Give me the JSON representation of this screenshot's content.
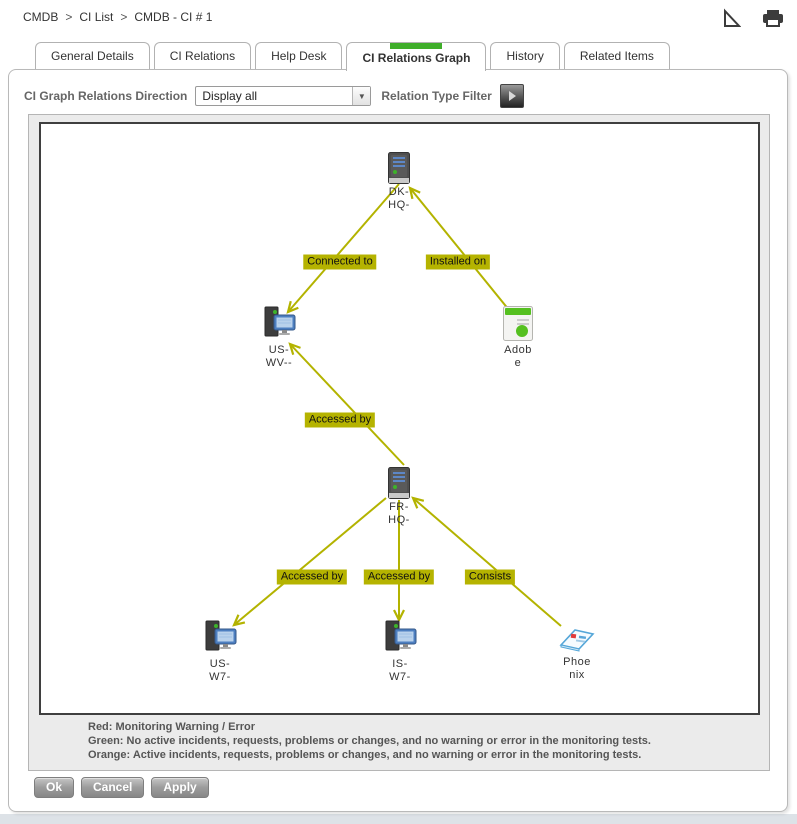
{
  "breadcrumb": {
    "items": [
      "CMDB",
      "CI List",
      "CMDB - CI # 1"
    ],
    "separator": ">"
  },
  "tabs": [
    {
      "label": "General Details",
      "active": false
    },
    {
      "label": "CI Relations",
      "active": false
    },
    {
      "label": "Help Desk",
      "active": false
    },
    {
      "label": "CI Relations Graph",
      "active": true
    },
    {
      "label": "History",
      "active": false
    },
    {
      "label": "Related Items",
      "active": false
    }
  ],
  "controls": {
    "direction_label": "CI Graph Relations Direction",
    "direction_value": "Display all",
    "filter_label": "Relation Type Filter"
  },
  "icons": {
    "dropdown_arrow": "▼"
  },
  "graph": {
    "nodes": [
      {
        "id": "dk-hq",
        "label": "DK-\nHQ-",
        "type": "server"
      },
      {
        "id": "us-wv",
        "label": "US-\nWV--",
        "type": "computer"
      },
      {
        "id": "adobe",
        "label": "Adob\ne",
        "type": "software"
      },
      {
        "id": "fr-hq",
        "label": "FR-\nHQ-",
        "type": "server"
      },
      {
        "id": "us-w7",
        "label": "US-\nW7-",
        "type": "computer"
      },
      {
        "id": "is-w7",
        "label": "IS-\nW7-",
        "type": "computer"
      },
      {
        "id": "phoenix",
        "label": "Phoe\nnix",
        "type": "book"
      }
    ],
    "edges": [
      {
        "label": "Connected to",
        "from": "DK-HQ-",
        "to": "US-WV--"
      },
      {
        "label": "Installed on",
        "from": "Adobe",
        "to": "DK-HQ-"
      },
      {
        "label": "Accessed by",
        "from": "FR-HQ-",
        "to": "US-WV--"
      },
      {
        "label": "Accessed by",
        "from": "FR-HQ-",
        "to": "US-W7-"
      },
      {
        "label": "Accessed by",
        "from": "FR-HQ-",
        "to": "IS-W7-"
      },
      {
        "label": "Consists",
        "from": "Phoenix",
        "to": "FR-HQ-"
      }
    ]
  },
  "legend": {
    "lines": [
      "Red: Monitoring Warning / Error",
      "Green: No active incidents, requests, problems or changes, and no warning or error in the monitoring tests.",
      "Orange: Active incidents, requests, problems or changes, and no warning or error in the monitoring tests."
    ]
  },
  "footer_buttons": {
    "ok": "Ok",
    "cancel": "Cancel",
    "apply": "Apply"
  },
  "colors": {
    "accent_green": "#3fae2a",
    "edge_line": "#b3b300",
    "edge_label_bg": "#b5b300",
    "status_green": "#3db32a"
  }
}
